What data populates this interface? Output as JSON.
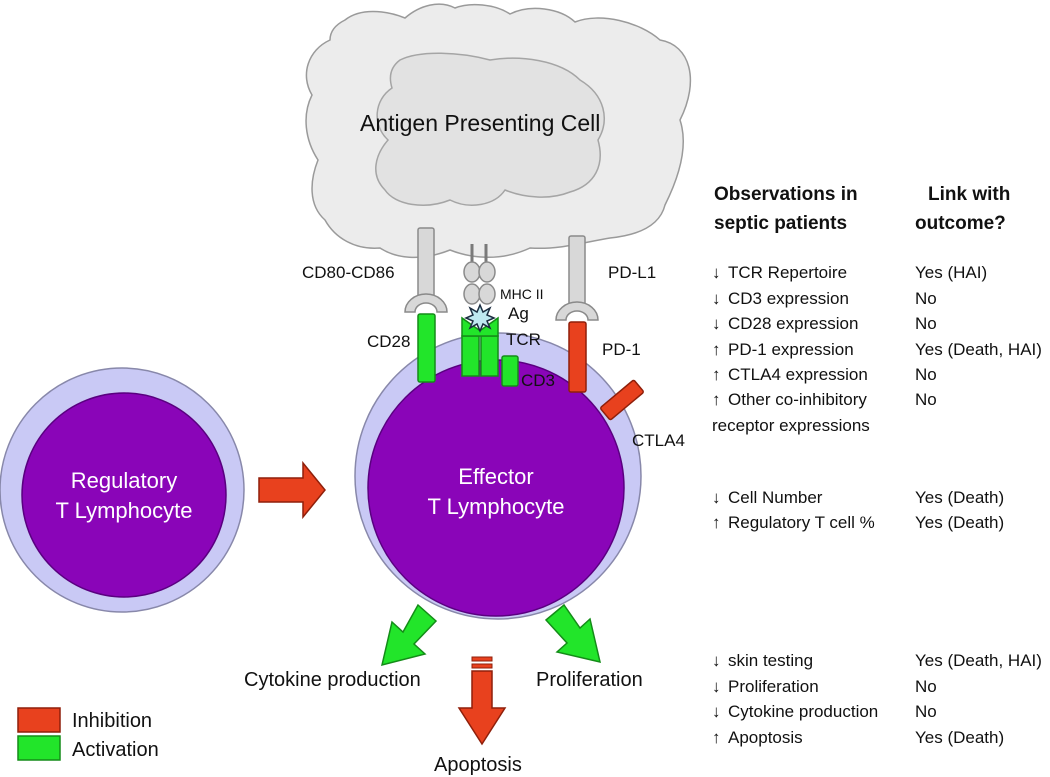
{
  "colors": {
    "inhibition": "#e8411e",
    "activation": "#22e52a",
    "cell_outer": "#c9c9f5",
    "cell_inner": "#8a05b8",
    "apc_fill": "#ececec",
    "receptor_fill": "#d8d8d8"
  },
  "apc": {
    "label": "Antigen Presenting Cell"
  },
  "molecules": {
    "cd80_cd86": "CD80-CD86",
    "mhc_ii": "MHC II",
    "ag": "Ag",
    "tcr": "TCR",
    "cd3": "CD3",
    "cd28": "CD28",
    "pd_l1": "PD-L1",
    "pd_1": "PD-1",
    "ctla4": "CTLA4"
  },
  "regulatory_cell": {
    "line1": "Regulatory",
    "line2": "T Lymphocyte"
  },
  "effector_cell": {
    "line1": "Effector",
    "line2": "T Lymphocyte"
  },
  "outcomes": {
    "cytokine": "Cytokine production",
    "proliferation": "Proliferation",
    "apoptosis": "Apoptosis"
  },
  "legend": [
    {
      "label": "Inhibition",
      "color": "#e8411e"
    },
    {
      "label": "Activation",
      "color": "#22e52a"
    }
  ],
  "table": {
    "header_obs_1": "Observations in",
    "header_obs_2": "septic patients",
    "header_link_1": "Link with",
    "header_link_2": "outcome?",
    "group1": [
      {
        "arrow": "↓",
        "text": "TCR Repertoire",
        "link": "Yes (HAI)"
      },
      {
        "arrow": "↓",
        "text": "CD3 expression",
        "link": "No"
      },
      {
        "arrow": "↓",
        "text": "CD28 expression",
        "link": "No"
      },
      {
        "arrow": "↑",
        "text": "PD-1 expression",
        "link": "Yes (Death, HAI)"
      },
      {
        "arrow": "↑",
        "text": "CTLA4 expression",
        "link": "No"
      },
      {
        "arrow": "↑",
        "text": "Other co-inhibitory",
        "link": "No"
      }
    ],
    "group1_cont": "receptor expressions",
    "group2": [
      {
        "arrow": "↓",
        "text": "Cell Number",
        "link": "Yes (Death)"
      },
      {
        "arrow": "↑",
        "text": "Regulatory T cell %",
        "link": "Yes (Death)"
      }
    ],
    "group3": [
      {
        "arrow": "↓",
        "text": "skin testing",
        "link": "Yes (Death, HAI)"
      },
      {
        "arrow": "↓",
        "text": "Proliferation",
        "link": "No"
      },
      {
        "arrow": "↓",
        "text": "Cytokine production",
        "link": "No"
      },
      {
        "arrow": "↑",
        "text": "Apoptosis",
        "link": "Yes (Death)"
      }
    ]
  }
}
